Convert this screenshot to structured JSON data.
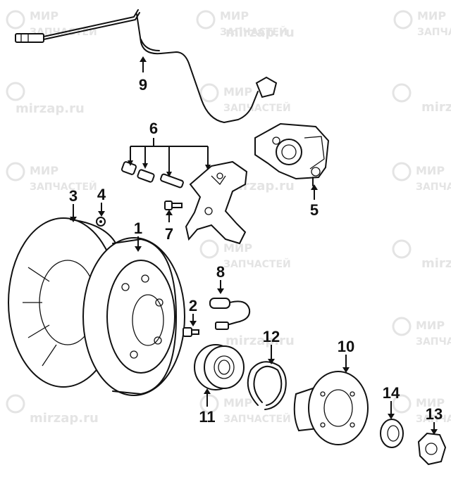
{
  "watermark": {
    "line1": "МИР",
    "line2": "ЗАПЧАСТЕЙ",
    "url": "mirzap.ru",
    "color": "#e4e4e4"
  },
  "callouts": [
    {
      "id": "1",
      "label": "1"
    },
    {
      "id": "2",
      "label": "2"
    },
    {
      "id": "3",
      "label": "3"
    },
    {
      "id": "4",
      "label": "4"
    },
    {
      "id": "5",
      "label": "5"
    },
    {
      "id": "6",
      "label": "6"
    },
    {
      "id": "7",
      "label": "7"
    },
    {
      "id": "8",
      "label": "8"
    },
    {
      "id": "9",
      "label": "9"
    },
    {
      "id": "10",
      "label": "10"
    },
    {
      "id": "11",
      "label": "11"
    },
    {
      "id": "12",
      "label": "12"
    },
    {
      "id": "13",
      "label": "13"
    },
    {
      "id": "14",
      "label": "14"
    }
  ]
}
